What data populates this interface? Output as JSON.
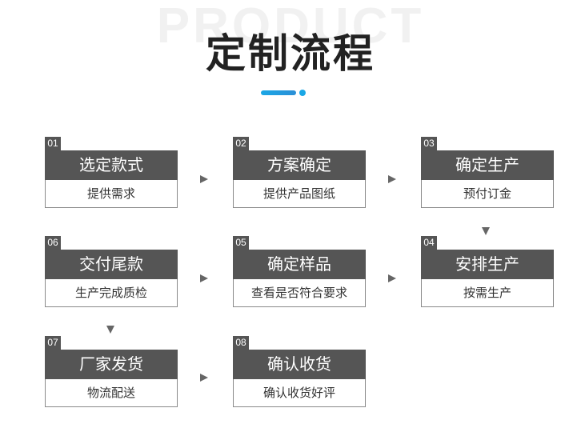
{
  "header": {
    "watermark": "PRODUCT",
    "title": "定制流程"
  },
  "steps": [
    {
      "num": "01",
      "title": "选定款式",
      "desc": "提供需求"
    },
    {
      "num": "02",
      "title": "方案确定",
      "desc": "提供产品图纸"
    },
    {
      "num": "03",
      "title": "确定生产",
      "desc": "预付订金"
    },
    {
      "num": "04",
      "title": "安排生产",
      "desc": "按需生产"
    },
    {
      "num": "05",
      "title": "确定样品",
      "desc": "查看是否符合要求"
    },
    {
      "num": "06",
      "title": "交付尾款",
      "desc": "生产完成质检"
    },
    {
      "num": "07",
      "title": "厂家发货",
      "desc": "物流配送"
    },
    {
      "num": "08",
      "title": "确认收货",
      "desc": "确认收货好评"
    }
  ]
}
